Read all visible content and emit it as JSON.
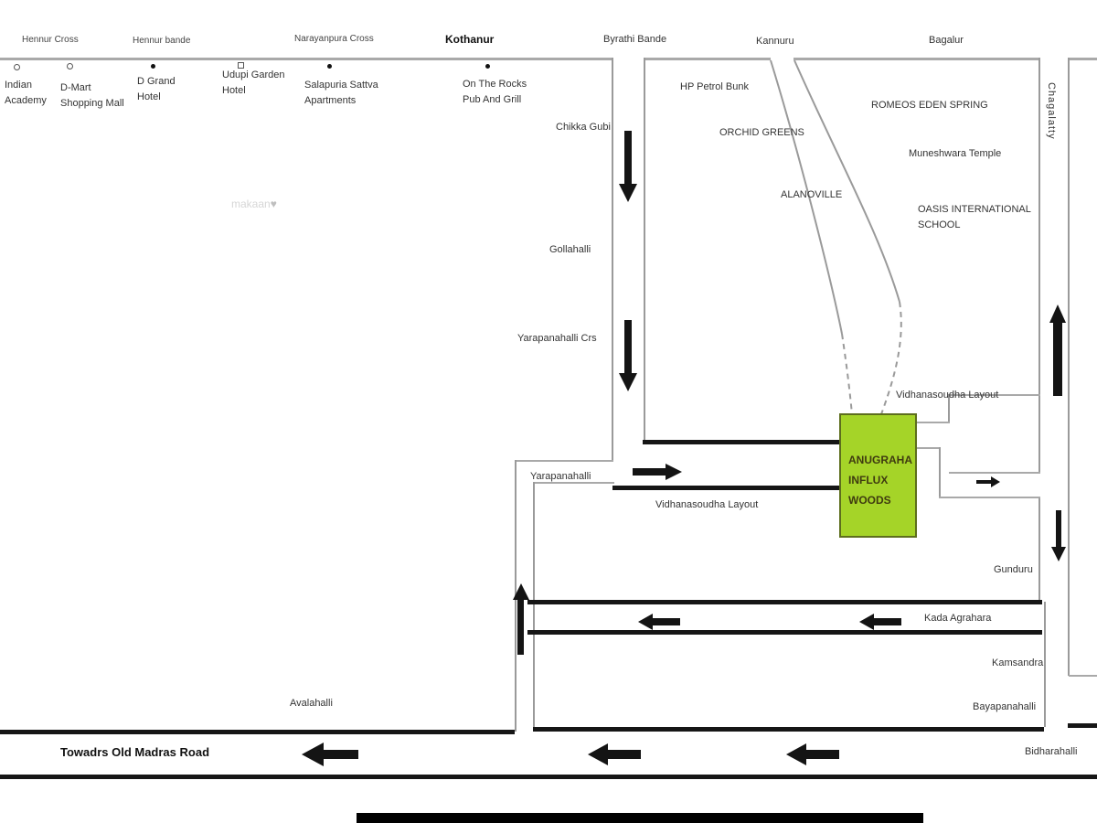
{
  "places": {
    "hennur_cross": "Hennur Cross",
    "hennur_bande": "Hennur bande",
    "narayanpura_cross": "Narayanpura Cross",
    "kothanur": "Kothanur",
    "byrathi_bande": "Byrathi Bande",
    "kannuru": "Kannuru",
    "bagalur": "Bagalur",
    "indian_academy": "Indian\nAcademy",
    "dmart": "D-Mart\nShopping Mall",
    "dgrand": "D Grand\nHotel",
    "udupi": "Udupi Garden\nHotel",
    "salapuria": "Salapuria Sattva\nApartments",
    "ontherocks": "On The Rocks\nPub And Grill",
    "chikka_gubi": "Chikka Gubi",
    "hp_petrol": "HP Petrol Bunk",
    "orchid_greens": "ORCHID GREENS",
    "romeos": "ROMEOS EDEN SPRING",
    "muneshwara": "Muneshwara Temple",
    "alanoville": "ALANOVILLE",
    "oasis": "OASIS INTERNATIONAL\nSCHOOL",
    "gollahalli": "Gollahalli",
    "yarapanahalli_crs": "Yarapanahalli Crs",
    "vidhanasoudha_right": "Vidhanasoudha Layout",
    "yarapanahalli": "Yarapanahalli",
    "vidhanasoudha_center": "Vidhanasoudha Layout",
    "gunduru": "Gunduru",
    "kada_agrahara": "Kada Agrahara",
    "kamsandra": "Kamsandra",
    "bayapanahalli": "Bayapanahalli",
    "avalahalli": "Avalahalli",
    "towards_omr": "Towadrs Old Madras Road",
    "bidharahalli": "Bidharahalli",
    "chagalatty": "Chagalatty"
  },
  "project": {
    "name": "ANUGRAHA\nINFLUX\nWOODS",
    "box_color": "#a5d428"
  },
  "watermark": {
    "text": "makaan",
    "heart": "♥"
  },
  "colors": {
    "thin_road": "#a9a9a9",
    "thick_road": "#161616",
    "project_box": "#a5d428"
  }
}
